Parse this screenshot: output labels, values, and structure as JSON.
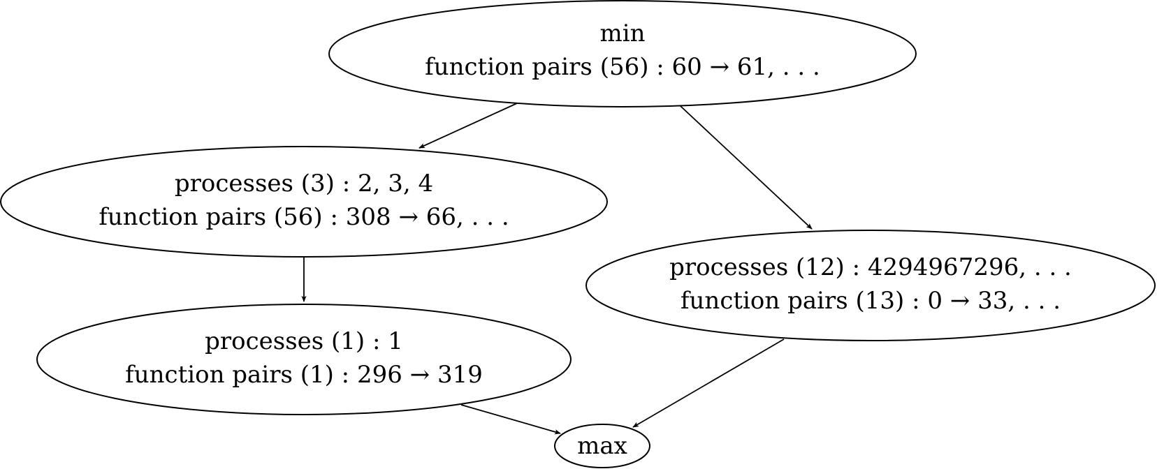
{
  "nodes": {
    "min": {
      "line1": "min",
      "line2": "function pairs (56) : 60 → 61, . . ."
    },
    "n3": {
      "line1": "processes (3) : 2, 3, 4",
      "line2": "function pairs (56) : 308 → 66, . . ."
    },
    "n12": {
      "line1": "processes (12) : 4294967296, . . .",
      "line2": "function pairs (13) : 0 → 33, . . ."
    },
    "n1": {
      "line1": "processes (1) : 1",
      "line2": "function pairs (1) : 296 → 319"
    },
    "max": {
      "line1": "max"
    }
  },
  "edges": [
    {
      "from": "min",
      "to": "n3"
    },
    {
      "from": "min",
      "to": "n12"
    },
    {
      "from": "n3",
      "to": "n1"
    },
    {
      "from": "n1",
      "to": "max"
    },
    {
      "from": "n12",
      "to": "max"
    }
  ]
}
